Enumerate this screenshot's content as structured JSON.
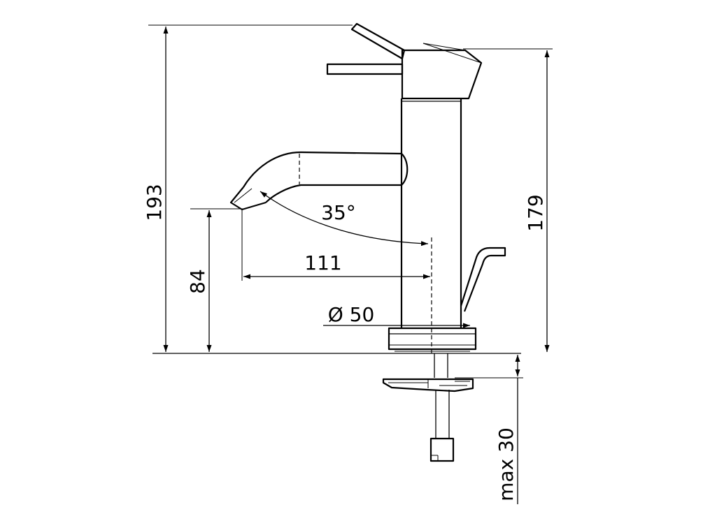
{
  "dimensions": {
    "total_height": "193",
    "body_height": "179",
    "spout_height": "84",
    "spout_reach": "111",
    "angle": "35°",
    "base_diameter": "Ø 50",
    "deck_thickness": "max 30"
  }
}
